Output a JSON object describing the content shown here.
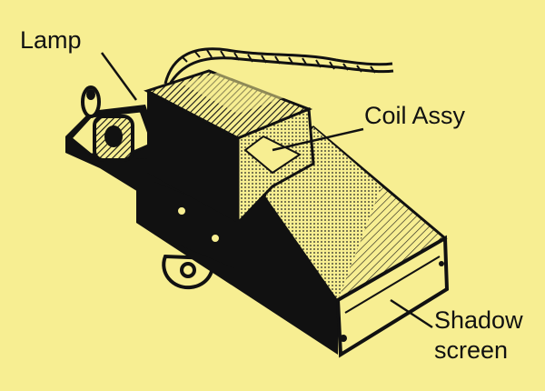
{
  "diagram": {
    "background_color": "#f7ee92",
    "ink_color": "#111111",
    "labels": {
      "lamp": "Lamp",
      "coil_assy": "Coil Assy",
      "shadow_screen_line1": "Shadow",
      "shadow_screen_line2": "screen"
    }
  }
}
